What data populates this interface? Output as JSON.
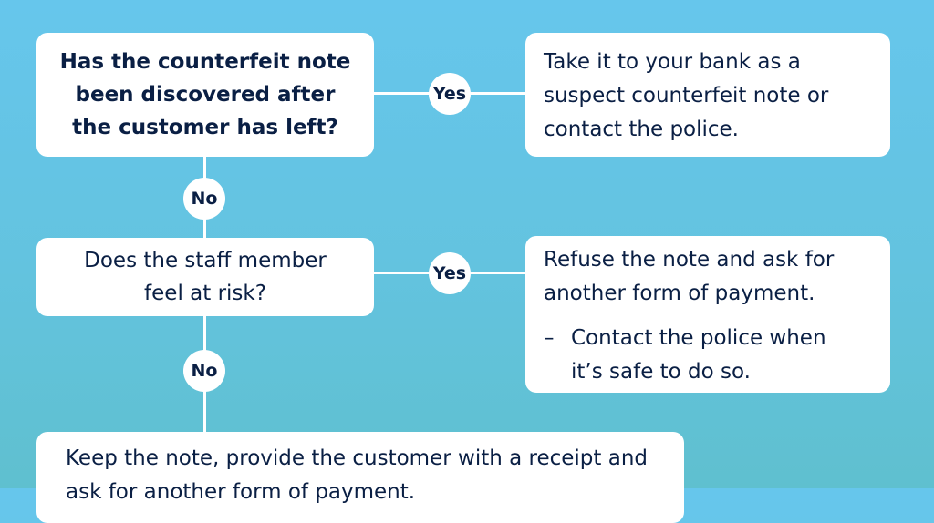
{
  "question_1": "Has the counterfeit note been discovered after the customer has left?",
  "answer_1_yes": "Take it to your bank as a suspect counterfeit note or contact the police.",
  "question_2": "Does the staff member feel at risk?",
  "answer_2_yes": {
    "main": "Refuse the note and ask for another form of payment.",
    "dash": "–",
    "bullet": "Contact the police when it’s safe to do so."
  },
  "answer_2_no": "Keep the note, provide the customer with a receipt and ask for another form of payment.",
  "labels": {
    "yes": "Yes",
    "no": "No"
  },
  "colors": {
    "background": "#66c6ec",
    "box": "#ffffff",
    "text": "#0a1f44"
  }
}
